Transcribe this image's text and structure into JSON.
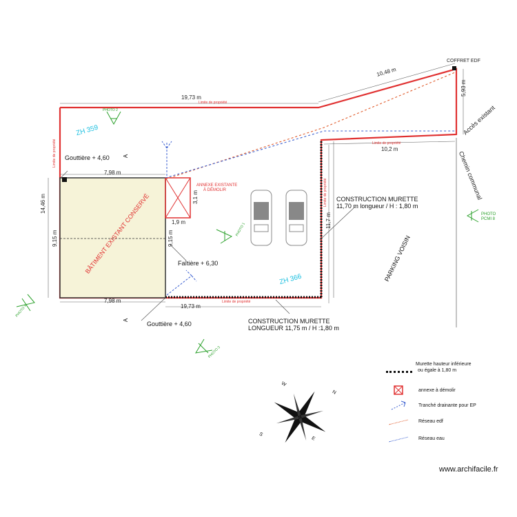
{
  "colors": {
    "property_line": "#e03030",
    "edf": "#e05a2a",
    "water": "#3a5fd0",
    "photo": "#2aa02a",
    "zh": "#1ec0e0",
    "building_fill": "#f6f3d8",
    "annex_red": "#e03030"
  },
  "labels": {
    "coffret_edf": "COFFRET EDF",
    "acces_existant": "Accès existant",
    "chemin_communal": "Chemin communal",
    "parking_voisin": "PARKING VOISIN",
    "zh359": "ZH 359",
    "zh366": "ZH 366",
    "limite_top": "Limite de propriété",
    "limite_bottom": "Limite de propriété",
    "limite_right_small": "Limite de propriété",
    "limite_left": "Limite de propriété",
    "limite_right": "Limite de propriété",
    "batiment": "BÂTIMENT EXISTANT CONSERVÉ",
    "annexe_1": "ANNEXE EXISTANTE",
    "annexe_2": "À DÉMOLIR",
    "gouttiere_top": "Gouttière + 4,60",
    "gouttiere_bottom": "Gouttière + 4,60",
    "faitiere": "Faîtière + 6,30",
    "construction_right_1": "CONSTRUCTION MURETTE",
    "construction_right_2": "11,70 m longueur / H : 1,80 m",
    "construction_bottom_1": "CONSTRUCTION MURETTE",
    "construction_bottom_2": "LONGUEUR 11,75 m / H :1,80 m",
    "section_a_top": "A",
    "section_a_bottom": "A",
    "watermark": "www.archifacile.fr"
  },
  "dimensions": {
    "top_long": "19,73 m",
    "top_diag": "10,48 m",
    "right_short": "5,93 m",
    "right_mid": "10,2 m",
    "left_height": "14,46 m",
    "building_top": "7,98 m",
    "building_bottom": "7,98 m",
    "building_height": "9,15 m",
    "inner_height": "9,15 m",
    "annex_width": "1,9 m",
    "annex_height": "3,1 m",
    "bottom_long": "19,73 m",
    "right_wall": "11,7 m"
  },
  "photos": [
    {
      "id": "photo2",
      "label": "PHOTO 2"
    },
    {
      "id": "photo1",
      "label": "PHOTO 1"
    },
    {
      "id": "photo3",
      "label": "PHOTO 3"
    },
    {
      "id": "photo4",
      "label": "PHOTO 4"
    },
    {
      "id": "photo_pcmi",
      "label_1": "PHOTO",
      "label_2": "PCMI 8"
    }
  ],
  "legend": {
    "murette_1": "Murette hauteur inférieure",
    "murette_2": "ou égale à 1,80 m",
    "annexe": "annexe à démolir",
    "tranche": "Tranché drainante pour EP",
    "edf": "Réseau edf",
    "eau": "Réseau eau"
  },
  "compass": {
    "n": "N",
    "s": "S",
    "e": "E",
    "w": "W"
  }
}
